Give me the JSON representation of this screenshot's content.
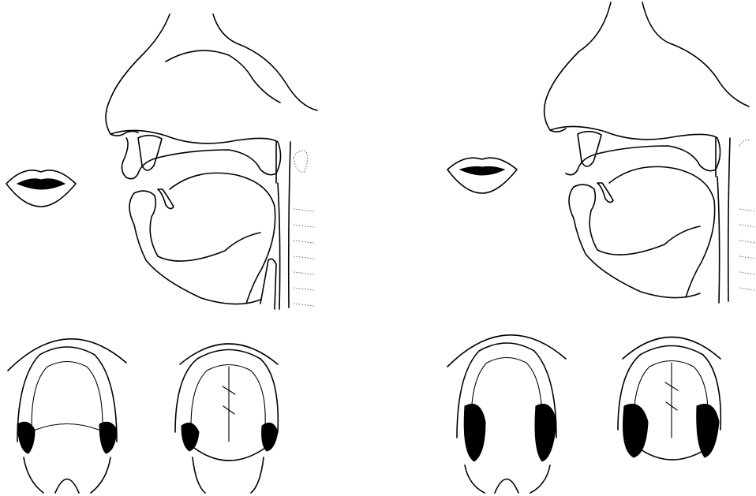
{
  "figure": {
    "panels": [
      {
        "id": "left",
        "lip_shape": "lips-parted-wide",
        "contact": "small-lateral-contact"
      },
      {
        "id": "right",
        "lip_shape": "lips-parted-narrow",
        "contact": "wide-lateral-contact"
      }
    ],
    "ink_color": "#000000",
    "background": "#ffffff"
  }
}
